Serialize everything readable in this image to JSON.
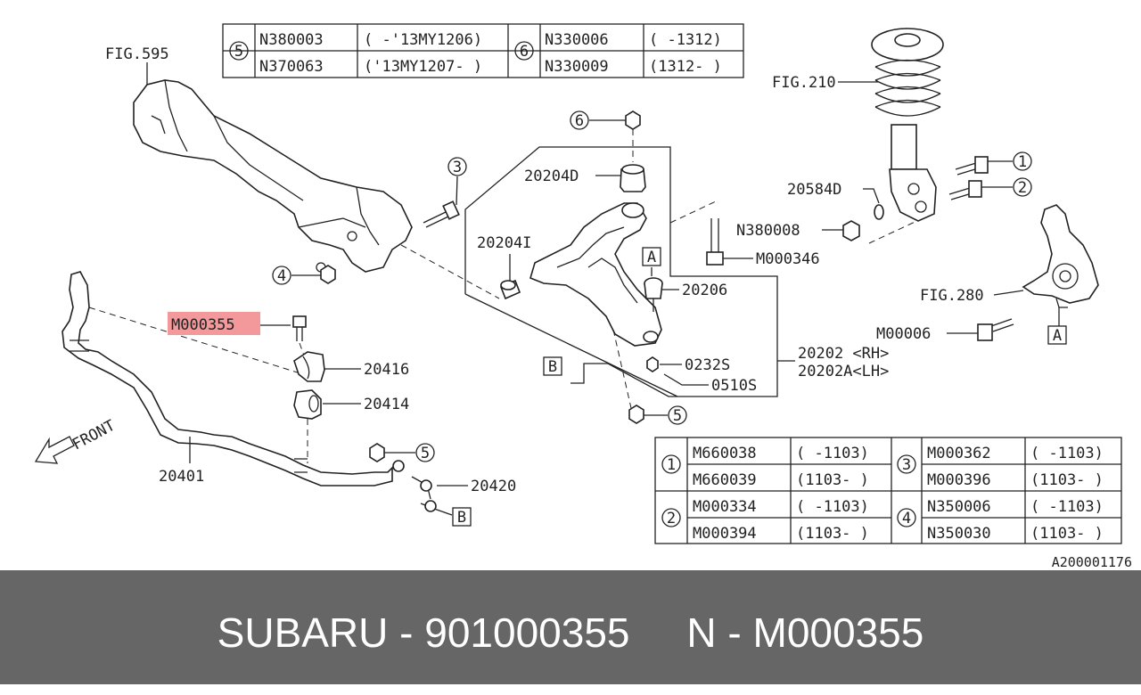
{
  "colors": {
    "highlight": "#f4999b",
    "footer_bg": "#666666",
    "footer_text": "#ffffff"
  },
  "top_table": {
    "g5": {
      "num": "5",
      "r1_part": "N380003",
      "r1_range": "( -'13MY1206)",
      "r2_part": "N370063",
      "r2_range": "('13MY1207- )"
    },
    "g6": {
      "num": "6",
      "r1_part": "N330006",
      "r1_range": "( -1312)",
      "r2_part": "N330009",
      "r2_range": "(1312- )"
    }
  },
  "bottom_table": {
    "g1": {
      "num": "1",
      "r1_part": "M660038",
      "r1_range": "( -1103)",
      "r2_part": "M660039",
      "r2_range": "(1103- )"
    },
    "g2": {
      "num": "2",
      "r1_part": "M000334",
      "r1_range": "( -1103)",
      "r2_part": "M000394",
      "r2_range": "(1103- )"
    },
    "g3": {
      "num": "3",
      "r1_part": "M000362",
      "r1_range": "( -1103)",
      "r2_part": "M000396",
      "r2_range": "(1103- )"
    },
    "g4": {
      "num": "4",
      "r1_part": "N350006",
      "r1_range": "( -1103)",
      "r2_part": "N350030",
      "r2_range": "(1103- )"
    }
  },
  "labels": {
    "fig595": "FIG.595",
    "fig210": "FIG.210",
    "fig280": "FIG.280",
    "p20584d": "20584D",
    "n380008": "N380008",
    "m000346": "M000346",
    "p20204d": "20204D",
    "p20204i": "20204I",
    "p20206": "20206",
    "p0232s": "0232S",
    "p0510s": "0510S",
    "p20202": "20202 <RH>",
    "p20202a": "20202A<LH>",
    "m000355": "M000355",
    "p20416": "20416",
    "p20414": "20414",
    "p20401": "20401",
    "p20420": "20420",
    "m00006": "M00006",
    "front": "FRONT",
    "diagram_id": "A200001176"
  },
  "callouts": {
    "c1": "1",
    "c2": "2",
    "c3": "3",
    "c4": "4",
    "c5": "5",
    "c6": "6",
    "c5b": "5",
    "c5c": "5"
  },
  "boxes": {
    "a1": "A",
    "a2": "A",
    "b1": "B",
    "b2": "B"
  },
  "footer": {
    "text": "SUBARU - 901000355     N - M000355"
  }
}
